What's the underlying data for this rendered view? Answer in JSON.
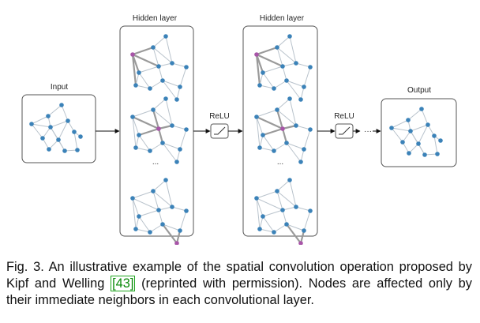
{
  "labels": {
    "input": "Input",
    "hidden_1": "Hidden layer",
    "hidden_2": "Hidden layer",
    "relu_1": "ReLU",
    "relu_2": "ReLU",
    "output": "Output",
    "ellipsis_hidden_1": "...",
    "ellipsis_hidden_2": "...",
    "ellipsis_after_relu": "···"
  },
  "caption": {
    "before_ref": "Fig. 3. An illustrative example of the spatial convolution operation proposed by Kipf and Welling ",
    "ref": "[43]",
    "after_ref": " (reprinted with permission). Nodes are affected only by their immediate neighbors in each convolutional layer."
  },
  "colors": {
    "node": "#3b82b8",
    "highlight_node": "#a855a8",
    "edge": "#b9c3cc",
    "highlight_edge": "#9a9a9a",
    "citation": "#0a8a0a"
  }
}
